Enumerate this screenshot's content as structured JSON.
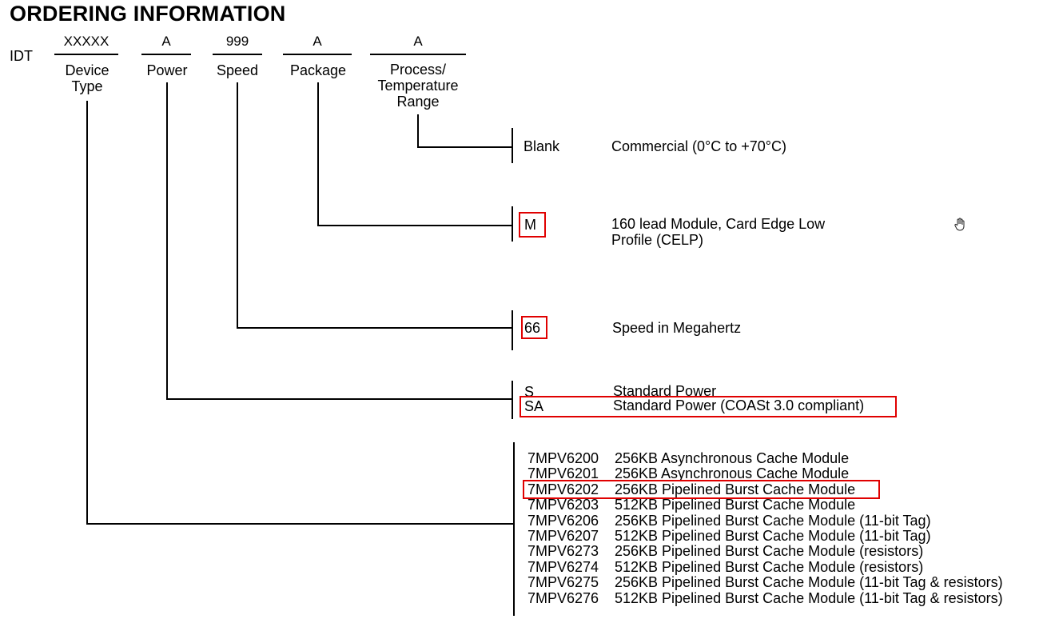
{
  "title": "ORDERING INFORMATION",
  "prefix": "IDT",
  "fields": [
    {
      "code": "XXXXX",
      "label": "Device Type"
    },
    {
      "code": "A",
      "label": "Power"
    },
    {
      "code": "999",
      "label": "Speed"
    },
    {
      "code": "A",
      "label": "Package"
    },
    {
      "code": "A",
      "label": "Process/ Temperature Range"
    }
  ],
  "process": {
    "option": "Blank",
    "description": "Commercial (0°C to +70°C)"
  },
  "package": {
    "option": "M",
    "description_line1": "160 lead Module, Card Edge Low",
    "description_line2": "Profile (CELP)"
  },
  "speed": {
    "option": "66",
    "description": "Speed in Megahertz"
  },
  "power": [
    {
      "option": "S",
      "description": "Standard Power"
    },
    {
      "option": "SA",
      "description": "Standard Power (COASt 3.0 compliant)"
    }
  ],
  "devices": [
    {
      "code": "7MPV6200",
      "description": "256KB Asynchronous Cache Module"
    },
    {
      "code": "7MPV6201",
      "description": "256KB Asynchronous Cache Module"
    },
    {
      "code": "7MPV6202",
      "description": "256KB Pipelined Burst Cache Module"
    },
    {
      "code": "7MPV6203",
      "description": "512KB Pipelined Burst Cache Module"
    },
    {
      "code": "7MPV6206",
      "description": "256KB Pipelined Burst Cache Module (11-bit Tag)"
    },
    {
      "code": "7MPV6207",
      "description": "512KB Pipelined Burst Cache Module (11-bit Tag)"
    },
    {
      "code": "7MPV6273",
      "description": "256KB Pipelined Burst Cache Module (resistors)"
    },
    {
      "code": "7MPV6274",
      "description": "512KB Pipelined Burst Cache Module (resistors)"
    },
    {
      "code": "7MPV6275",
      "description": "256KB Pipelined Burst Cache Module (11-bit Tag & resistors)"
    },
    {
      "code": "7MPV6276",
      "description": "512KB Pipelined Burst Cache Module (11-bit Tag & resistors)"
    }
  ],
  "highlight_color": "#e00000",
  "cursor_icon": "hand-pointer-icon"
}
